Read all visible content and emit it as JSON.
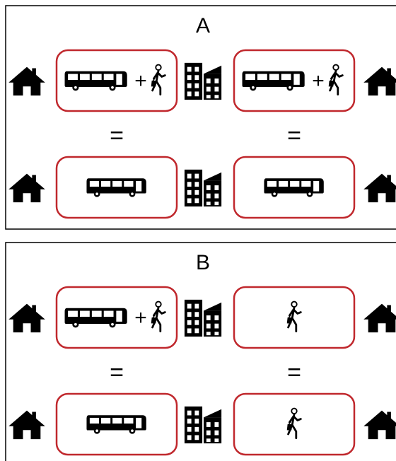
{
  "panels": [
    {
      "id": "A",
      "label": "A",
      "rows": [
        {
          "left_trip": {
            "modes": [
              "bus",
              "walk"
            ],
            "joiner": "+"
          },
          "right_trip": {
            "modes": [
              "bus",
              "walk"
            ],
            "joiner": "+"
          }
        },
        {
          "left_trip": {
            "modes": [
              "bus"
            ]
          },
          "right_trip": {
            "modes": [
              "bus"
            ]
          }
        }
      ],
      "relation": [
        "=",
        "="
      ]
    },
    {
      "id": "B",
      "label": "B",
      "rows": [
        {
          "left_trip": {
            "modes": [
              "bus",
              "walk"
            ],
            "joiner": "+"
          },
          "right_trip": {
            "modes": [
              "walk"
            ]
          }
        },
        {
          "left_trip": {
            "modes": [
              "bus"
            ]
          },
          "right_trip": {
            "modes": [
              "walk"
            ]
          }
        }
      ],
      "relation": [
        "=",
        "="
      ]
    }
  ],
  "icons": {
    "origin": "house-icon",
    "destination": "city-buildings-icon",
    "bus": "bus-icon",
    "walk": "pedestrian-icon"
  },
  "colors": {
    "box_border": "#c0282d",
    "icon": "#000000",
    "panel_border": "#000000"
  }
}
